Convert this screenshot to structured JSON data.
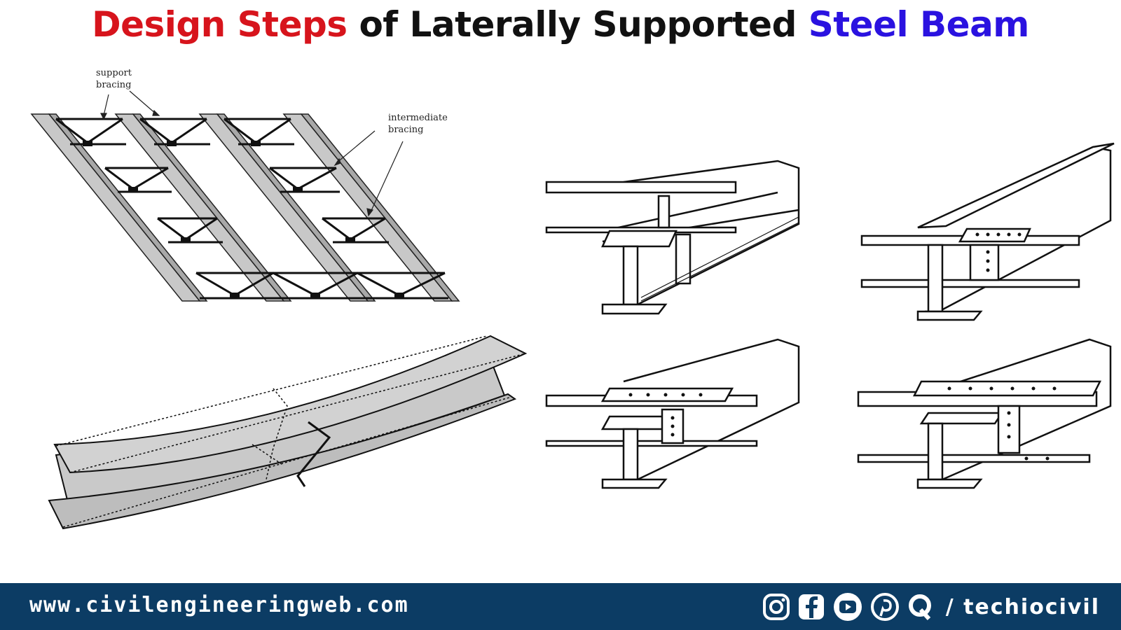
{
  "title": {
    "part1": "Design Steps",
    "part2": " of Laterally Supported ",
    "part3": "Steel Beam"
  },
  "figure1": {
    "label_support": "support",
    "label_support2": "bracing",
    "label_intermediate": "intermediate",
    "label_intermediate2": "bracing"
  },
  "footer": {
    "website": "www.civilengineeringweb.com",
    "handle": "/ techiocivil",
    "icons": [
      "instagram-icon",
      "facebook-icon",
      "youtube-icon",
      "pinterest-icon",
      "quora-icon"
    ]
  },
  "colors": {
    "title_red": "#d7141c",
    "title_blue": "#2a12e0",
    "footer_bg": "#0c3c64"
  }
}
